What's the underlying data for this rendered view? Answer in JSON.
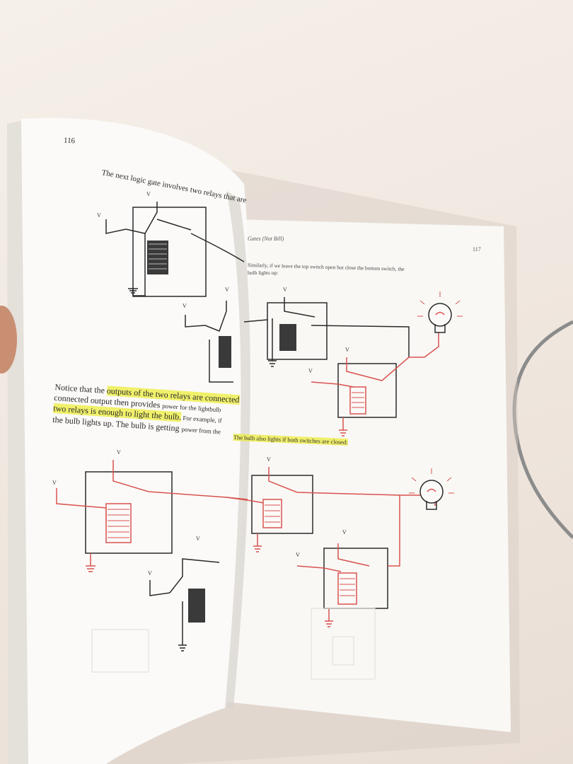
{
  "left_page": {
    "page_number": "116",
    "intro": "The next logic gate involves two relays that are",
    "para_lines": [
      {
        "plain": "Notice that the ",
        "highlight": "outputs of the two relays are connected",
        "rest": ""
      },
      {
        "plain": "connected output then provides ",
        "highlight": "",
        "rest": "power for the lightbulb"
      },
      {
        "plain": "",
        "highlight": "two relays is enough to light the bulb.",
        "rest": " For example, if"
      },
      {
        "plain": "the bulb lights up. The bulb is getting ",
        "highlight": "",
        "rest": "power from the"
      }
    ],
    "voltage_label": "V"
  },
  "right_page": {
    "page_number": "117",
    "running_head": "Gates (Not Bill)",
    "text_line1": "Similarly, if we leave the top switch open but close the bottom switch, the",
    "text_line2": "bulb lights up:",
    "caption": "The bulb also lights if both switches are closed:",
    "voltage_label": "V"
  },
  "colors": {
    "ink": "#2b2b2b",
    "wire_red": "#d9534f",
    "highlight": "#ecec3c",
    "paper": "#fbfaf8"
  }
}
